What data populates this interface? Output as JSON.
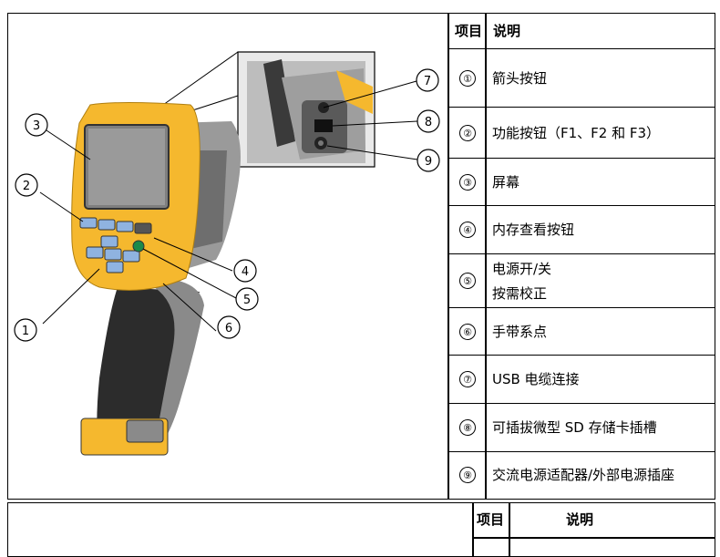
{
  "table": {
    "header": {
      "item": "项目",
      "description": "说明"
    },
    "rows": [
      {
        "num": "①",
        "text": "箭头按钮"
      },
      {
        "num": "②",
        "text": "功能按钮（F1、F2 和 F3）"
      },
      {
        "num": "③",
        "text": "屏幕"
      },
      {
        "num": "④",
        "text": "内存查看按钮"
      },
      {
        "num": "⑤",
        "text_line1": "电源开/关",
        "text_line2": "按需校正"
      },
      {
        "num": "⑥",
        "text": "手带系点"
      },
      {
        "num": "⑦",
        "text": "USB 电缆连接"
      },
      {
        "num": "⑧",
        "text": "可插拔微型 SD 存储卡插槽"
      },
      {
        "num": "⑨",
        "text": "交流电源适配器/外部电源插座"
      }
    ]
  },
  "bottom_table": {
    "header": {
      "item": "项目",
      "description": "说明"
    }
  },
  "callouts": [
    "1",
    "2",
    "3",
    "4",
    "5",
    "6",
    "7",
    "8",
    "9"
  ],
  "colors": {
    "yellow": "#f5b82e",
    "dark": "#2c2c2c",
    "grey": "#8a8a8a",
    "button_blue": "#8fb3e0",
    "green": "#1a8a4a"
  }
}
